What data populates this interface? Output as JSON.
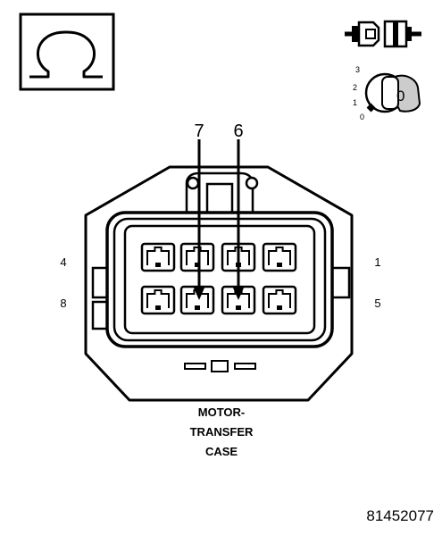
{
  "symbols": {
    "ohm_icon": "ohm-meter-icon",
    "connector_icon": "disconnected-connector-icon",
    "ignition_icon": "ignition-key-off-icon"
  },
  "ignition": {
    "positions": [
      "3",
      "2",
      "1",
      "0"
    ],
    "key_label": "0"
  },
  "callouts": {
    "left_pin": "7",
    "right_pin": "6"
  },
  "cavity_labels": {
    "top_left": "4",
    "bottom_left": "8",
    "top_right": "1",
    "bottom_right": "5"
  },
  "connector": {
    "caption_lines": [
      "MOTOR-",
      "TRANSFER",
      "CASE"
    ]
  },
  "figure_id": "81452077"
}
